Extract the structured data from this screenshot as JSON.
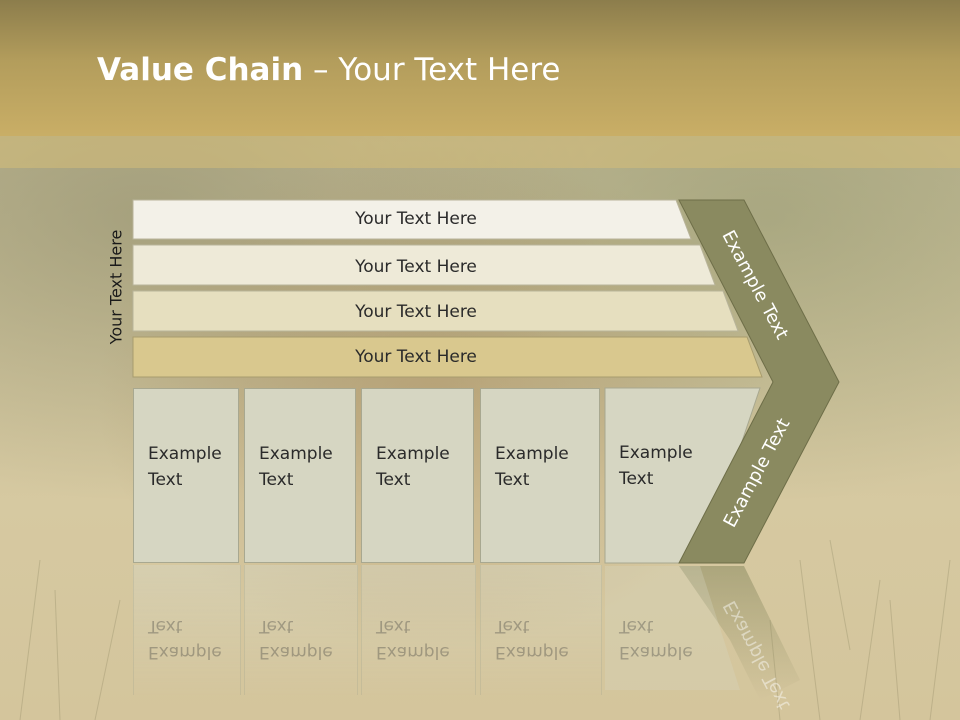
{
  "slide": {
    "title_bold": "Value Chain",
    "title_rest": " – Your Text Here",
    "side_label": "Your Text Here"
  },
  "bars": [
    {
      "label": "Your Text Here"
    },
    {
      "label": "Your Text Here"
    },
    {
      "label": "Your Text Here"
    },
    {
      "label": "Your Text Here"
    }
  ],
  "boxes": [
    {
      "line1": "Example",
      "line2": "Text"
    },
    {
      "line1": "Example",
      "line2": "Text"
    },
    {
      "line1": "Example",
      "line2": "Text"
    },
    {
      "line1": "Example",
      "line2": "Text"
    },
    {
      "line1": "Example",
      "line2": "Text"
    }
  ],
  "arrow": {
    "upper_label": "Example Text",
    "lower_label": "Example Text",
    "color": "#8a8a60"
  },
  "colors": {
    "header": "#b39d5c",
    "bar1": "#f3f1e8",
    "bar2": "#eeead8",
    "bar3": "#e6dfbf",
    "bar4": "#d9c88e",
    "box": "#d6d6c2"
  }
}
